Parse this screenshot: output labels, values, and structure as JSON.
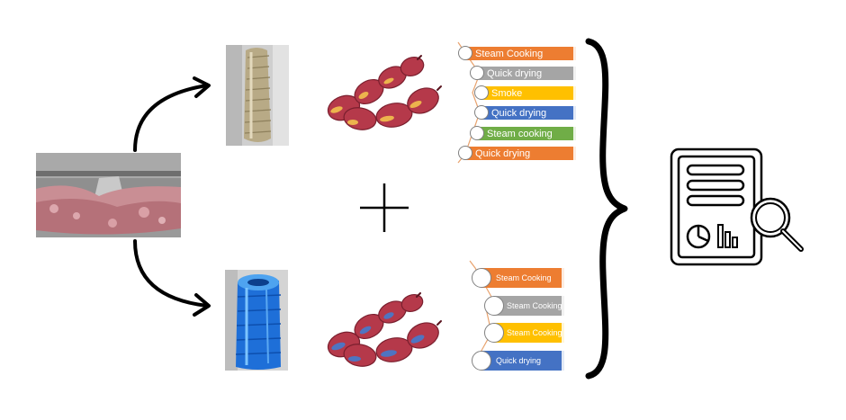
{
  "process_a": {
    "steps": [
      {
        "label": "Steam Cooking",
        "color": "#ED7D31"
      },
      {
        "label": "Quick drying",
        "color": "#A5A5A5"
      },
      {
        "label": "Smoke",
        "color": "#FFC000"
      },
      {
        "label": "Quick drying",
        "color": "#4472C4"
      },
      {
        "label": "Steam cooking",
        "color": "#70AD47"
      },
      {
        "label": "Quick drying",
        "color": "#ED7D31"
      }
    ]
  },
  "process_b": {
    "steps": [
      {
        "label": "Steam Cooking",
        "color": "#ED7D31"
      },
      {
        "label": "Steam Cooking",
        "color": "#A5A5A5"
      },
      {
        "label": "Steam Cooking",
        "color": "#FFC000"
      },
      {
        "label": "Quick drying",
        "color": "#4472C4"
      }
    ]
  },
  "icons": {
    "plus": "plus-icon",
    "brace": "right-brace-icon",
    "report": "report-analysis-icon",
    "sausages_natural": "sausage-links-icon",
    "sausages_plastic": "sausage-links-icon"
  },
  "colors": {
    "sausage": "#B5394A",
    "sausage_dark": "#7A1F2E",
    "sausage_highlight": "#F2C14E",
    "plastic_casing_highlight": "#4A78C8"
  }
}
